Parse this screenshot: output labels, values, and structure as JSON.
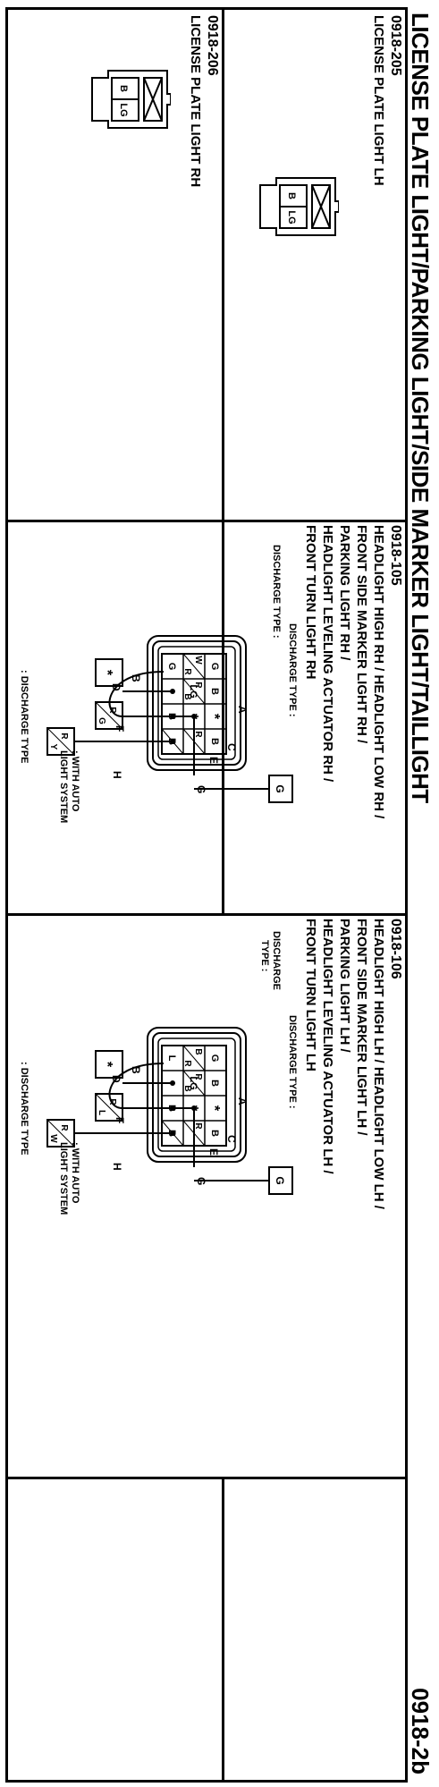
{
  "header": {
    "title": "LICENSE PLATE LIGHT/PARKING LIGHT/SIDE MARKER LIGHT/TAILLIGHT",
    "page": "0918-2b"
  },
  "conn_205": {
    "code": "0918-205",
    "name": "LICENSE PLATE LIGHT LH",
    "pins": [
      "B",
      "LG"
    ]
  },
  "conn_206": {
    "code": "0918-206",
    "name": "LICENSE PLATE LIGHT RH",
    "pins": [
      "B",
      "LG"
    ]
  },
  "conn_105": {
    "code": "0918-105",
    "lines": [
      "HEADLIGHT HIGH RH / HEADLIGHT LOW RH /",
      "FRONT SIDE MARKER LIGHT RH /",
      "PARKING LIGHT RH /",
      "HEADLIGHT LEVELING ACTUATOR RH /",
      "FRONT TURN LIGHT RH"
    ],
    "discharge_type": "DISCHARGE TYPE :",
    "discharge_type_note": ": DISCHARGE TYPE",
    "auto_light_1": ": WITH AUTO",
    "auto_light_2": "LIGHT SYSTEM",
    "letters": [
      "A",
      "B",
      "C",
      "D",
      "E",
      "F",
      "G",
      "H"
    ],
    "cells": [
      "B",
      "B",
      "*",
      "G",
      "LG",
      "*",
      "B",
      "R",
      "W",
      "R",
      "G",
      "R",
      "B",
      "B"
    ],
    "boxes": [
      "G",
      "*",
      "R",
      "G",
      "R",
      "Y"
    ]
  },
  "conn_106": {
    "code": "0918-106",
    "lines": [
      "HEADLIGHT HIGH LH / HEADLIGHT LOW LH /",
      "FRONT SIDE MARKER LIGHT LH /",
      "PARKING LIGHT LH /",
      "HEADLIGHT LEVELING ACTUATOR LH /",
      "FRONT TURN LIGHT LH"
    ],
    "discharge_type": "DISCHARGE TYPE :",
    "discharge_label_1": "DISCHARGE",
    "discharge_label_2": "TYPE :",
    "discharge_type_note": ": DISCHARGE TYPE",
    "auto_light_1": ": WITH AUTO",
    "auto_light_2": "LIGHT SYSTEM",
    "letters": [
      "A",
      "B",
      "C",
      "D",
      "E",
      "F",
      "G",
      "H"
    ],
    "cells": [
      "B",
      "B",
      "*",
      "G",
      "LG",
      "*",
      "B",
      "R",
      "B",
      "R",
      "L",
      "R",
      "B",
      "B"
    ],
    "boxes": [
      "G",
      "*",
      "R",
      "L",
      "R",
      "W"
    ]
  }
}
